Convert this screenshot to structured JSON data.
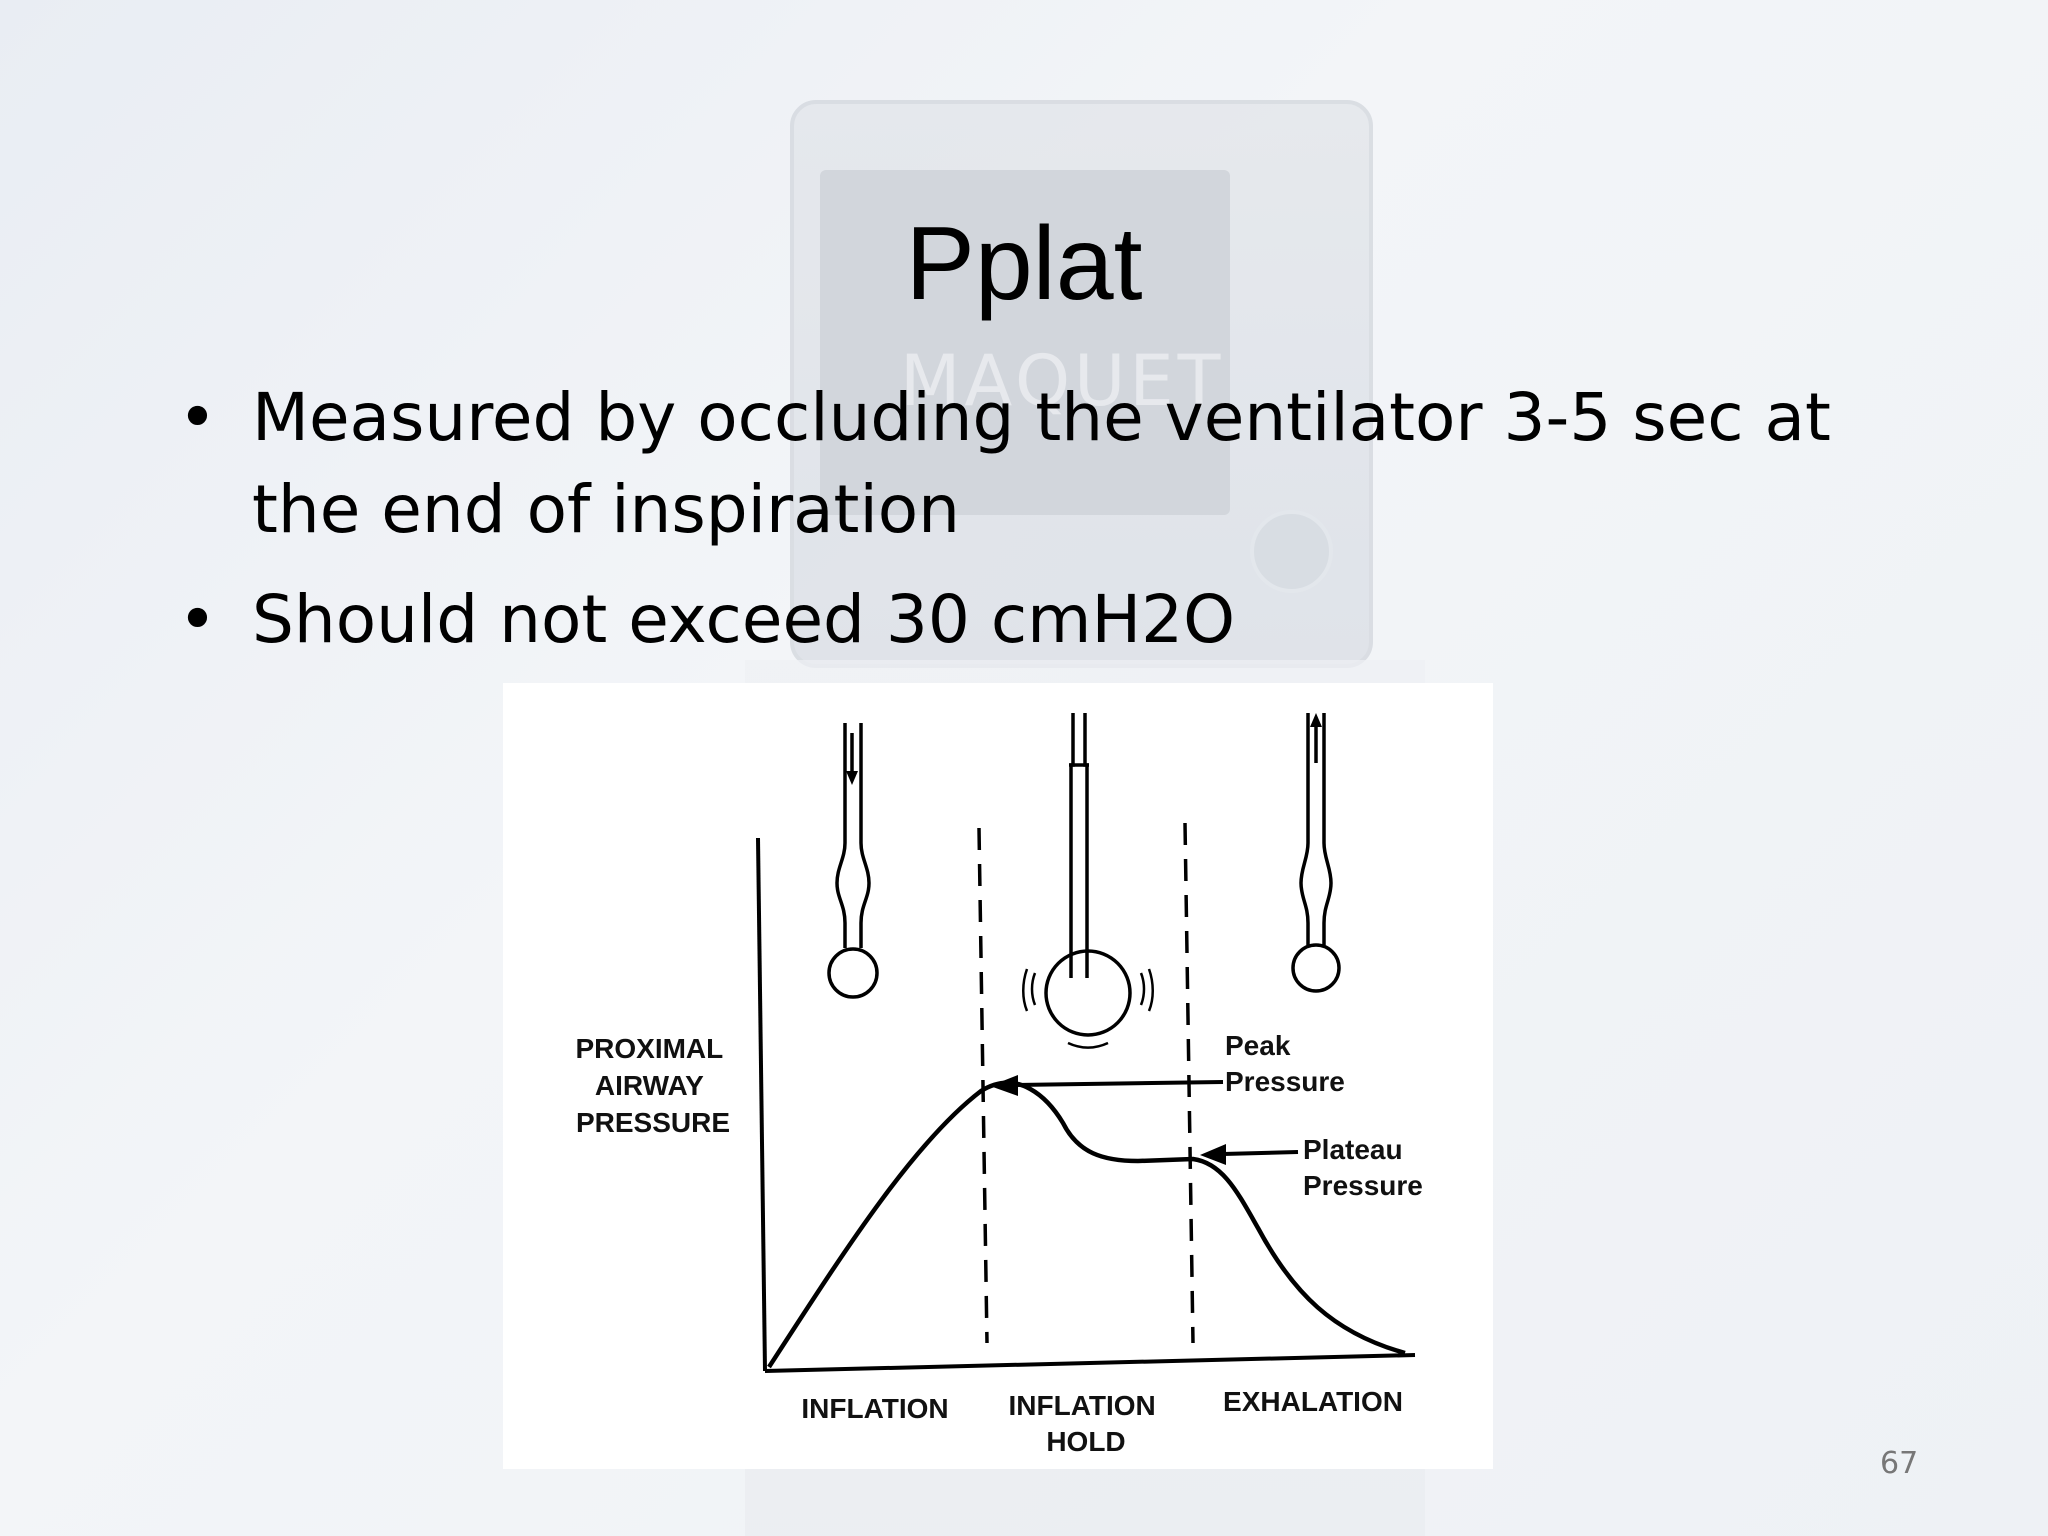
{
  "slide": {
    "title": "Pplat",
    "bullets": [
      "Measured by occluding the ventilator 3-5 sec at the end of inspiration",
      "Should not exceed 30 cmH2O"
    ],
    "page_number": "67"
  },
  "background": {
    "device_brand": "MAQUET"
  },
  "diagram": {
    "y_label_lines": [
      "PROXIMAL",
      "AIRWAY",
      "PRESSURE"
    ],
    "peak_label_lines": [
      "Peak",
      "Pressure"
    ],
    "plateau_label_lines": [
      "Plateau",
      "Pressure"
    ],
    "phases": [
      {
        "lines": [
          "INFLATION"
        ]
      },
      {
        "lines": [
          "INFLATION",
          "HOLD"
        ]
      },
      {
        "lines": [
          "EXHALATION"
        ]
      }
    ]
  }
}
